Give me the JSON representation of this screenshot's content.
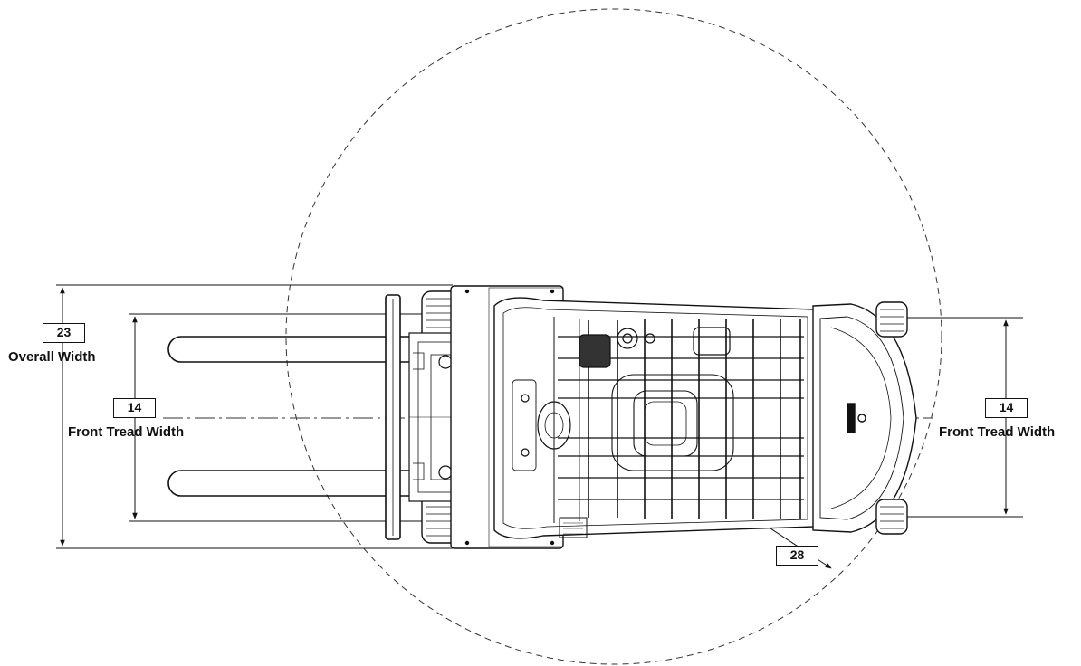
{
  "callouts": {
    "overall_width_number": "23",
    "overall_width_label": "Overall Width",
    "front_tread_left_number": "14",
    "front_tread_left_label": "Front Tread Width",
    "front_tread_right_number": "14",
    "front_tread_right_label": "Front Tread Width",
    "turning_radius_number": "28"
  }
}
